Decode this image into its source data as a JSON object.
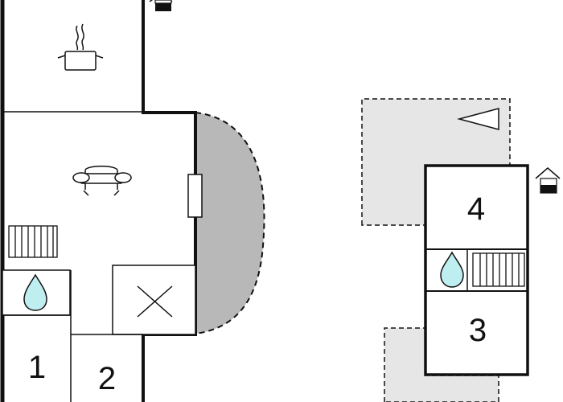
{
  "colors": {
    "wall": "#111111",
    "terrace_fill": "#e6e6e6",
    "terrace_dark_fill": "#b8b8b8",
    "water": "#bfeef0",
    "background": "#ffffff"
  },
  "rooms": {
    "bedroom_1": "1",
    "bedroom_2": "2",
    "bedroom_3": "3",
    "bedroom_4": "4"
  },
  "icons": {
    "kitchen": "cooking-pot-icon",
    "living": "sofa-icon",
    "heater": "radiator-icon",
    "bathroom": "water-drop-icon",
    "stairs": "stairwell-cross-icon",
    "entrance": "entrance-house-icon",
    "view_direction": "triangle-marker-icon"
  }
}
